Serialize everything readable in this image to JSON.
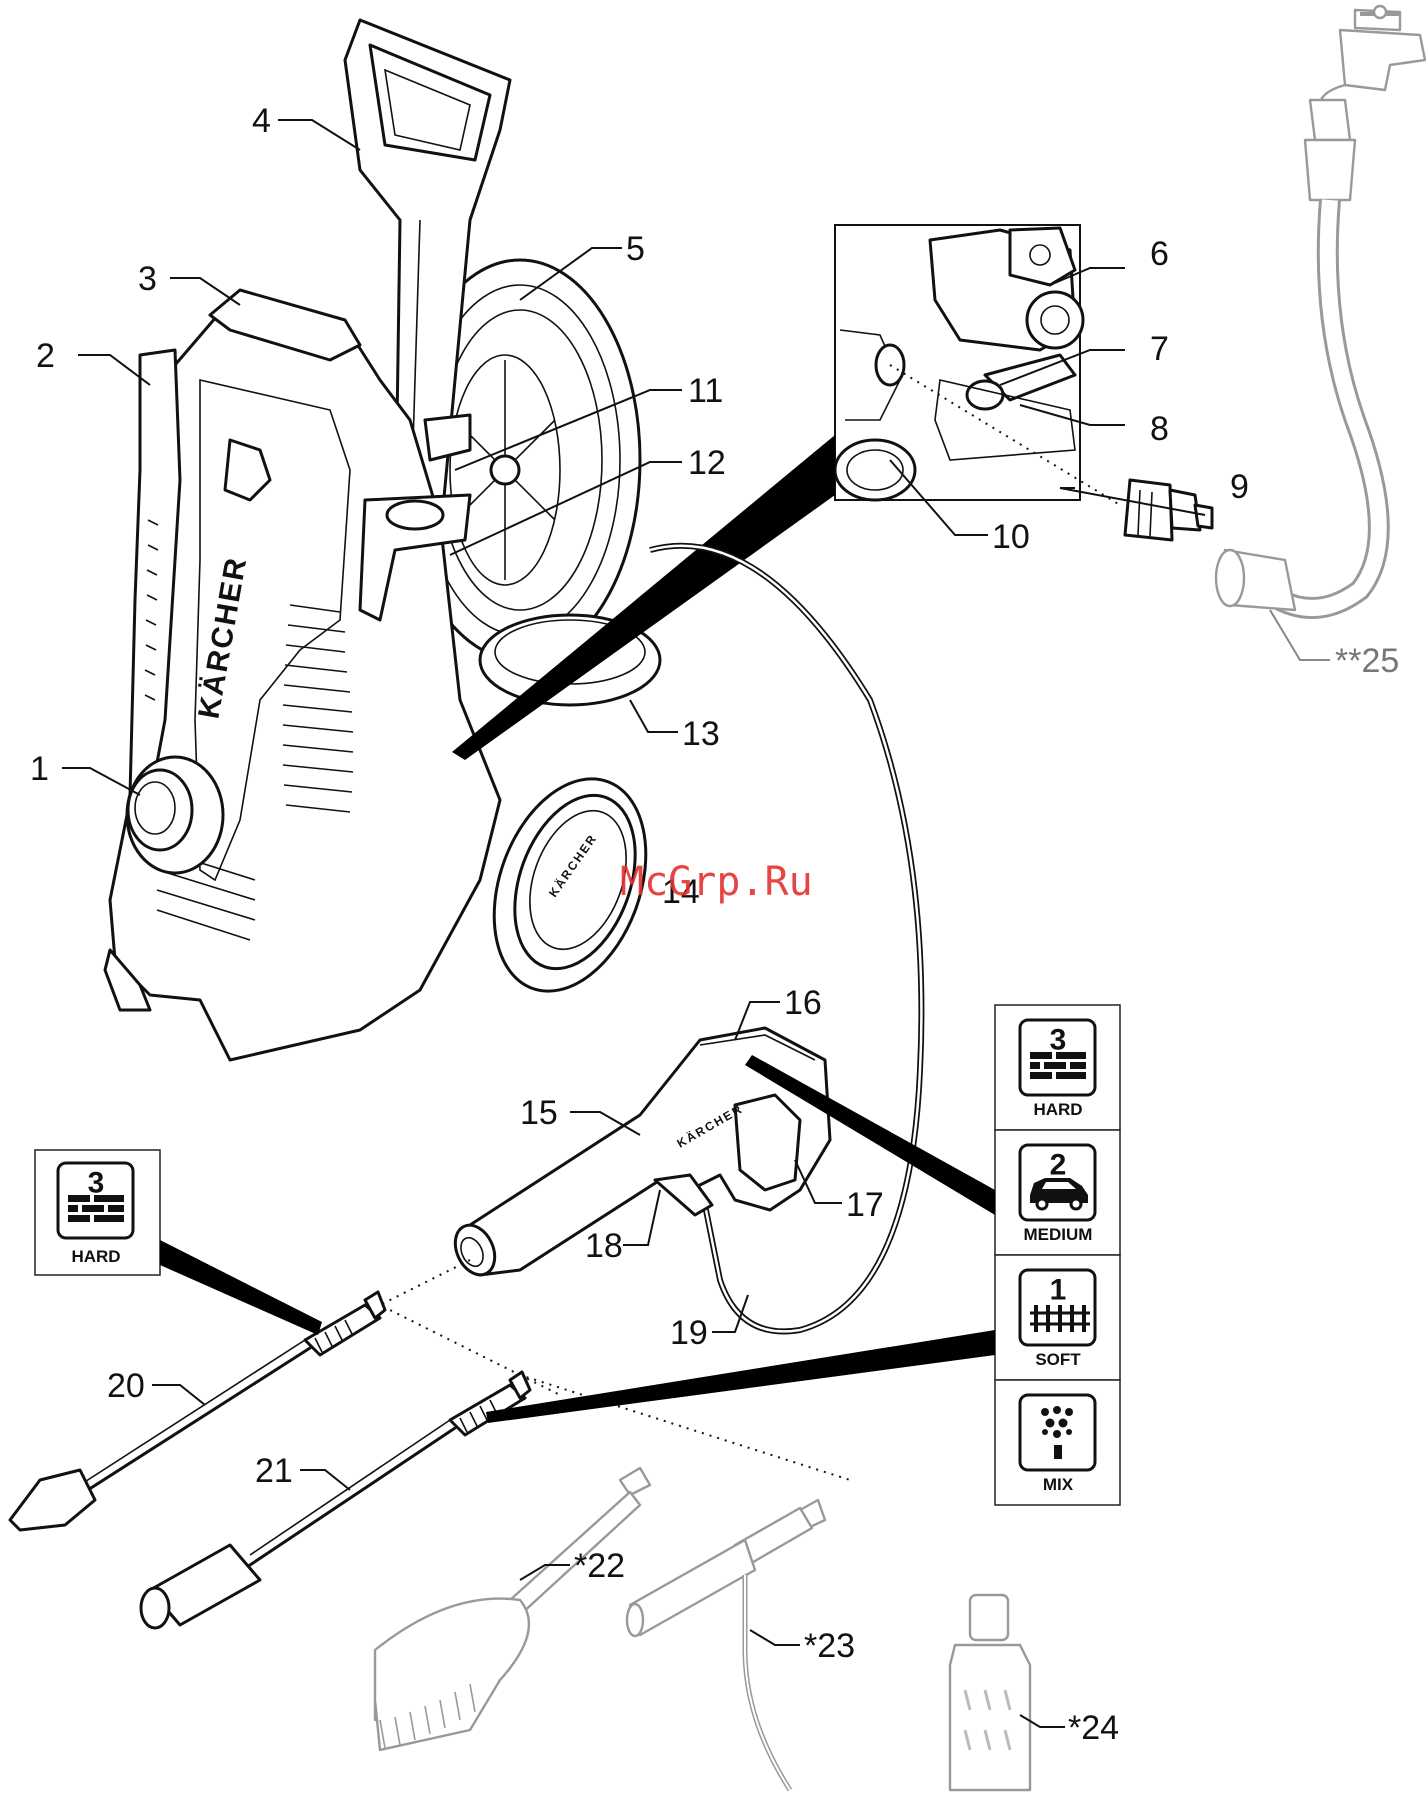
{
  "callouts": {
    "c1": "1",
    "c2": "2",
    "c3": "3",
    "c4": "4",
    "c5": "5",
    "c6": "6",
    "c7": "7",
    "c8": "8",
    "c9": "9",
    "c10": "10",
    "c11": "11",
    "c12": "12",
    "c13": "13",
    "c14": "14",
    "c15": "15",
    "c16": "16",
    "c17": "17",
    "c18": "18",
    "c19": "19",
    "c20": "20",
    "c21": "21",
    "c22": "*22",
    "c23": "*23",
    "c24": "*24",
    "c25": "**25"
  },
  "mode_panel": {
    "modes": [
      {
        "number": "3",
        "label": "HARD"
      },
      {
        "number": "2",
        "label": "MEDIUM"
      },
      {
        "number": "1",
        "label": "SOFT"
      },
      {
        "number": "",
        "label": "MIX"
      }
    ]
  },
  "lance_badge": {
    "number": "3",
    "label": "HARD"
  },
  "branding": {
    "body_logo": "KÄRCHER",
    "gun_logo": "KÄRCHER",
    "wheel_logo": "KÄRCHER"
  },
  "watermark": "McGrp.Ru",
  "icons": [
    "wall-icon",
    "car-icon",
    "fence-icon",
    "spray-mix-icon",
    "tap-icon"
  ]
}
